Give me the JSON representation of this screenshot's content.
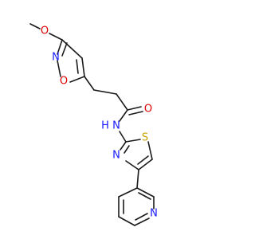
{
  "molecule": {
    "atoms": {
      "methoxy_O": {
        "label": "O",
        "color": "#e00000"
      },
      "isoxazole_N": {
        "label": "N",
        "color": "#1a1aff"
      },
      "isoxazole_O": {
        "label": "O",
        "color": "#e00000"
      },
      "carbonyl_O": {
        "label": "O",
        "color": "#e00000"
      },
      "amide_N": {
        "label": "N",
        "color": "#1a1aff"
      },
      "amide_H": {
        "label": "H",
        "color": "#1a1aff"
      },
      "thiazole_S": {
        "label": "S",
        "color": "#c8a000"
      },
      "thiazole_N": {
        "label": "N",
        "color": "#1a1aff"
      },
      "pyridine_N": {
        "label": "N",
        "color": "#1a1aff"
      }
    },
    "bond_color": "#1a1a1a"
  }
}
